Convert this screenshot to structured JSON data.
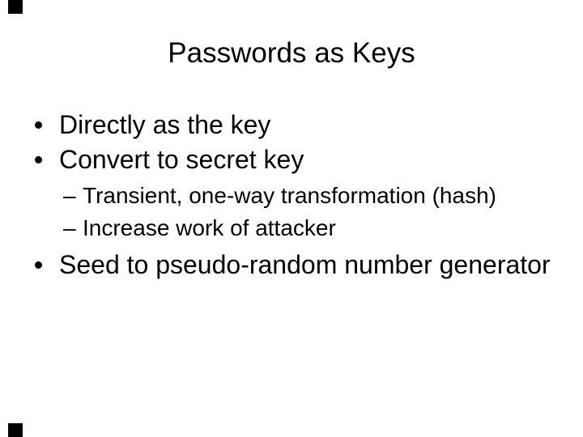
{
  "slide": {
    "title": "Passwords as Keys",
    "bullets": [
      {
        "level": 1,
        "marker": "dot",
        "text": "Directly as the key"
      },
      {
        "level": 1,
        "marker": "dot",
        "text": "Convert to secret key"
      },
      {
        "level": 2,
        "marker": "dash",
        "text": "Transient, one-way transformation (hash)"
      },
      {
        "level": 2,
        "marker": "dash",
        "text": "Increase work of attacker"
      },
      {
        "level": 1,
        "marker": "dot",
        "text": "Seed to pseudo-random number generator"
      }
    ],
    "markers": {
      "dash": "–"
    },
    "colors": {
      "background": "#ffffff",
      "text": "#000000",
      "corner_marks": "#000000"
    }
  }
}
